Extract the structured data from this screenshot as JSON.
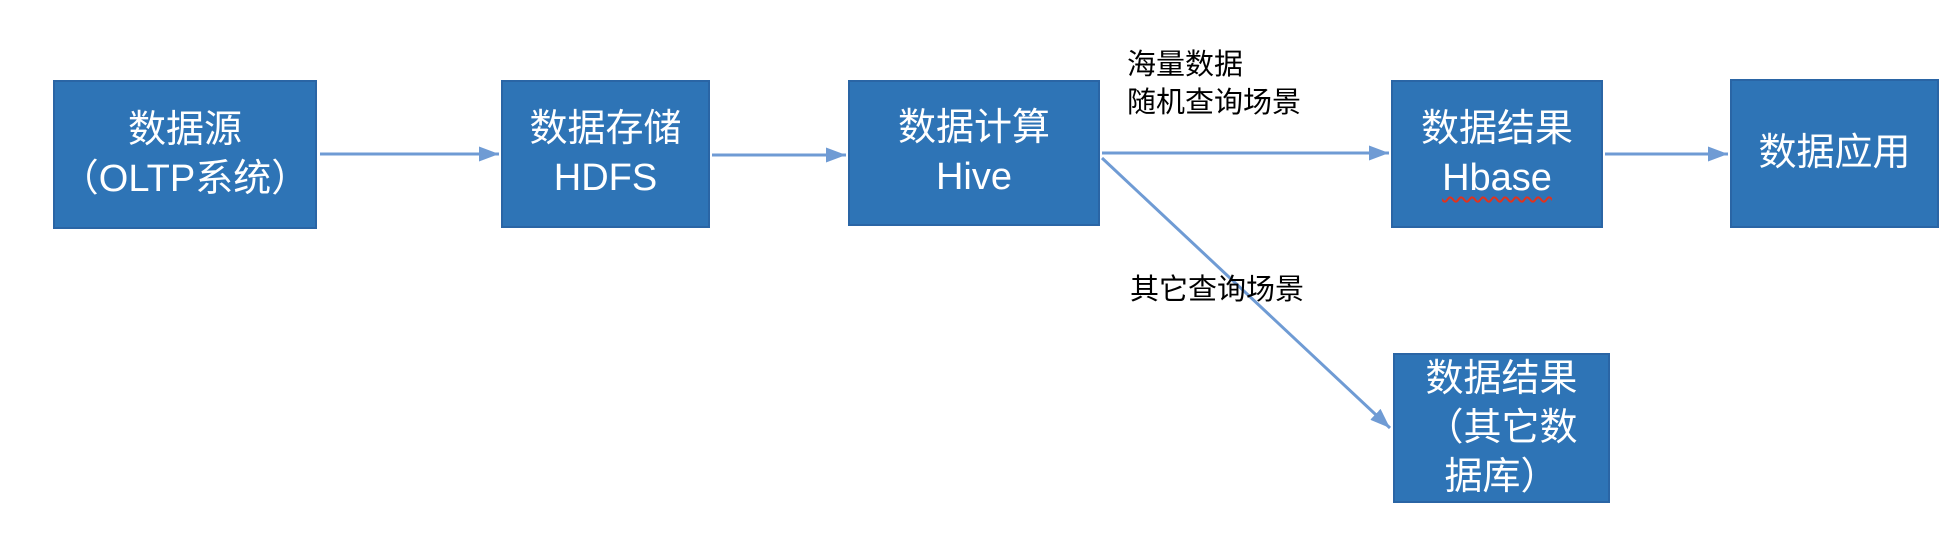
{
  "colors": {
    "background": "#ffffff",
    "box_fill": "#2e74b6",
    "box_border": "#2a65a5",
    "box_text": "#ffffff",
    "arrow": "#6f9bd4",
    "label_text": "#000000",
    "misspell_underline": "#e0321e"
  },
  "nodes": {
    "source": {
      "line1": "数据源",
      "line2": "（OLTP系统）"
    },
    "storage": {
      "line1": "数据存储",
      "line2": "HDFS"
    },
    "compute": {
      "line1": "数据计算",
      "line2": "Hive"
    },
    "result_hbase": {
      "line1": "数据结果",
      "line2": "Hbase"
    },
    "application": {
      "line1": "数据应用"
    },
    "result_other": {
      "line1": "数据结果",
      "line2": "（其它数",
      "line3": "据库）"
    }
  },
  "edge_labels": {
    "massive_line1": "海量数据",
    "massive_line2": "随机查询场景",
    "other": "其它查询场景"
  },
  "edges": [
    {
      "from": "source",
      "to": "storage"
    },
    {
      "from": "storage",
      "to": "compute"
    },
    {
      "from": "compute",
      "to": "result_hbase",
      "label": "海量数据 随机查询场景"
    },
    {
      "from": "result_hbase",
      "to": "application"
    },
    {
      "from": "compute",
      "to": "result_other",
      "label": "其它查询场景"
    }
  ]
}
